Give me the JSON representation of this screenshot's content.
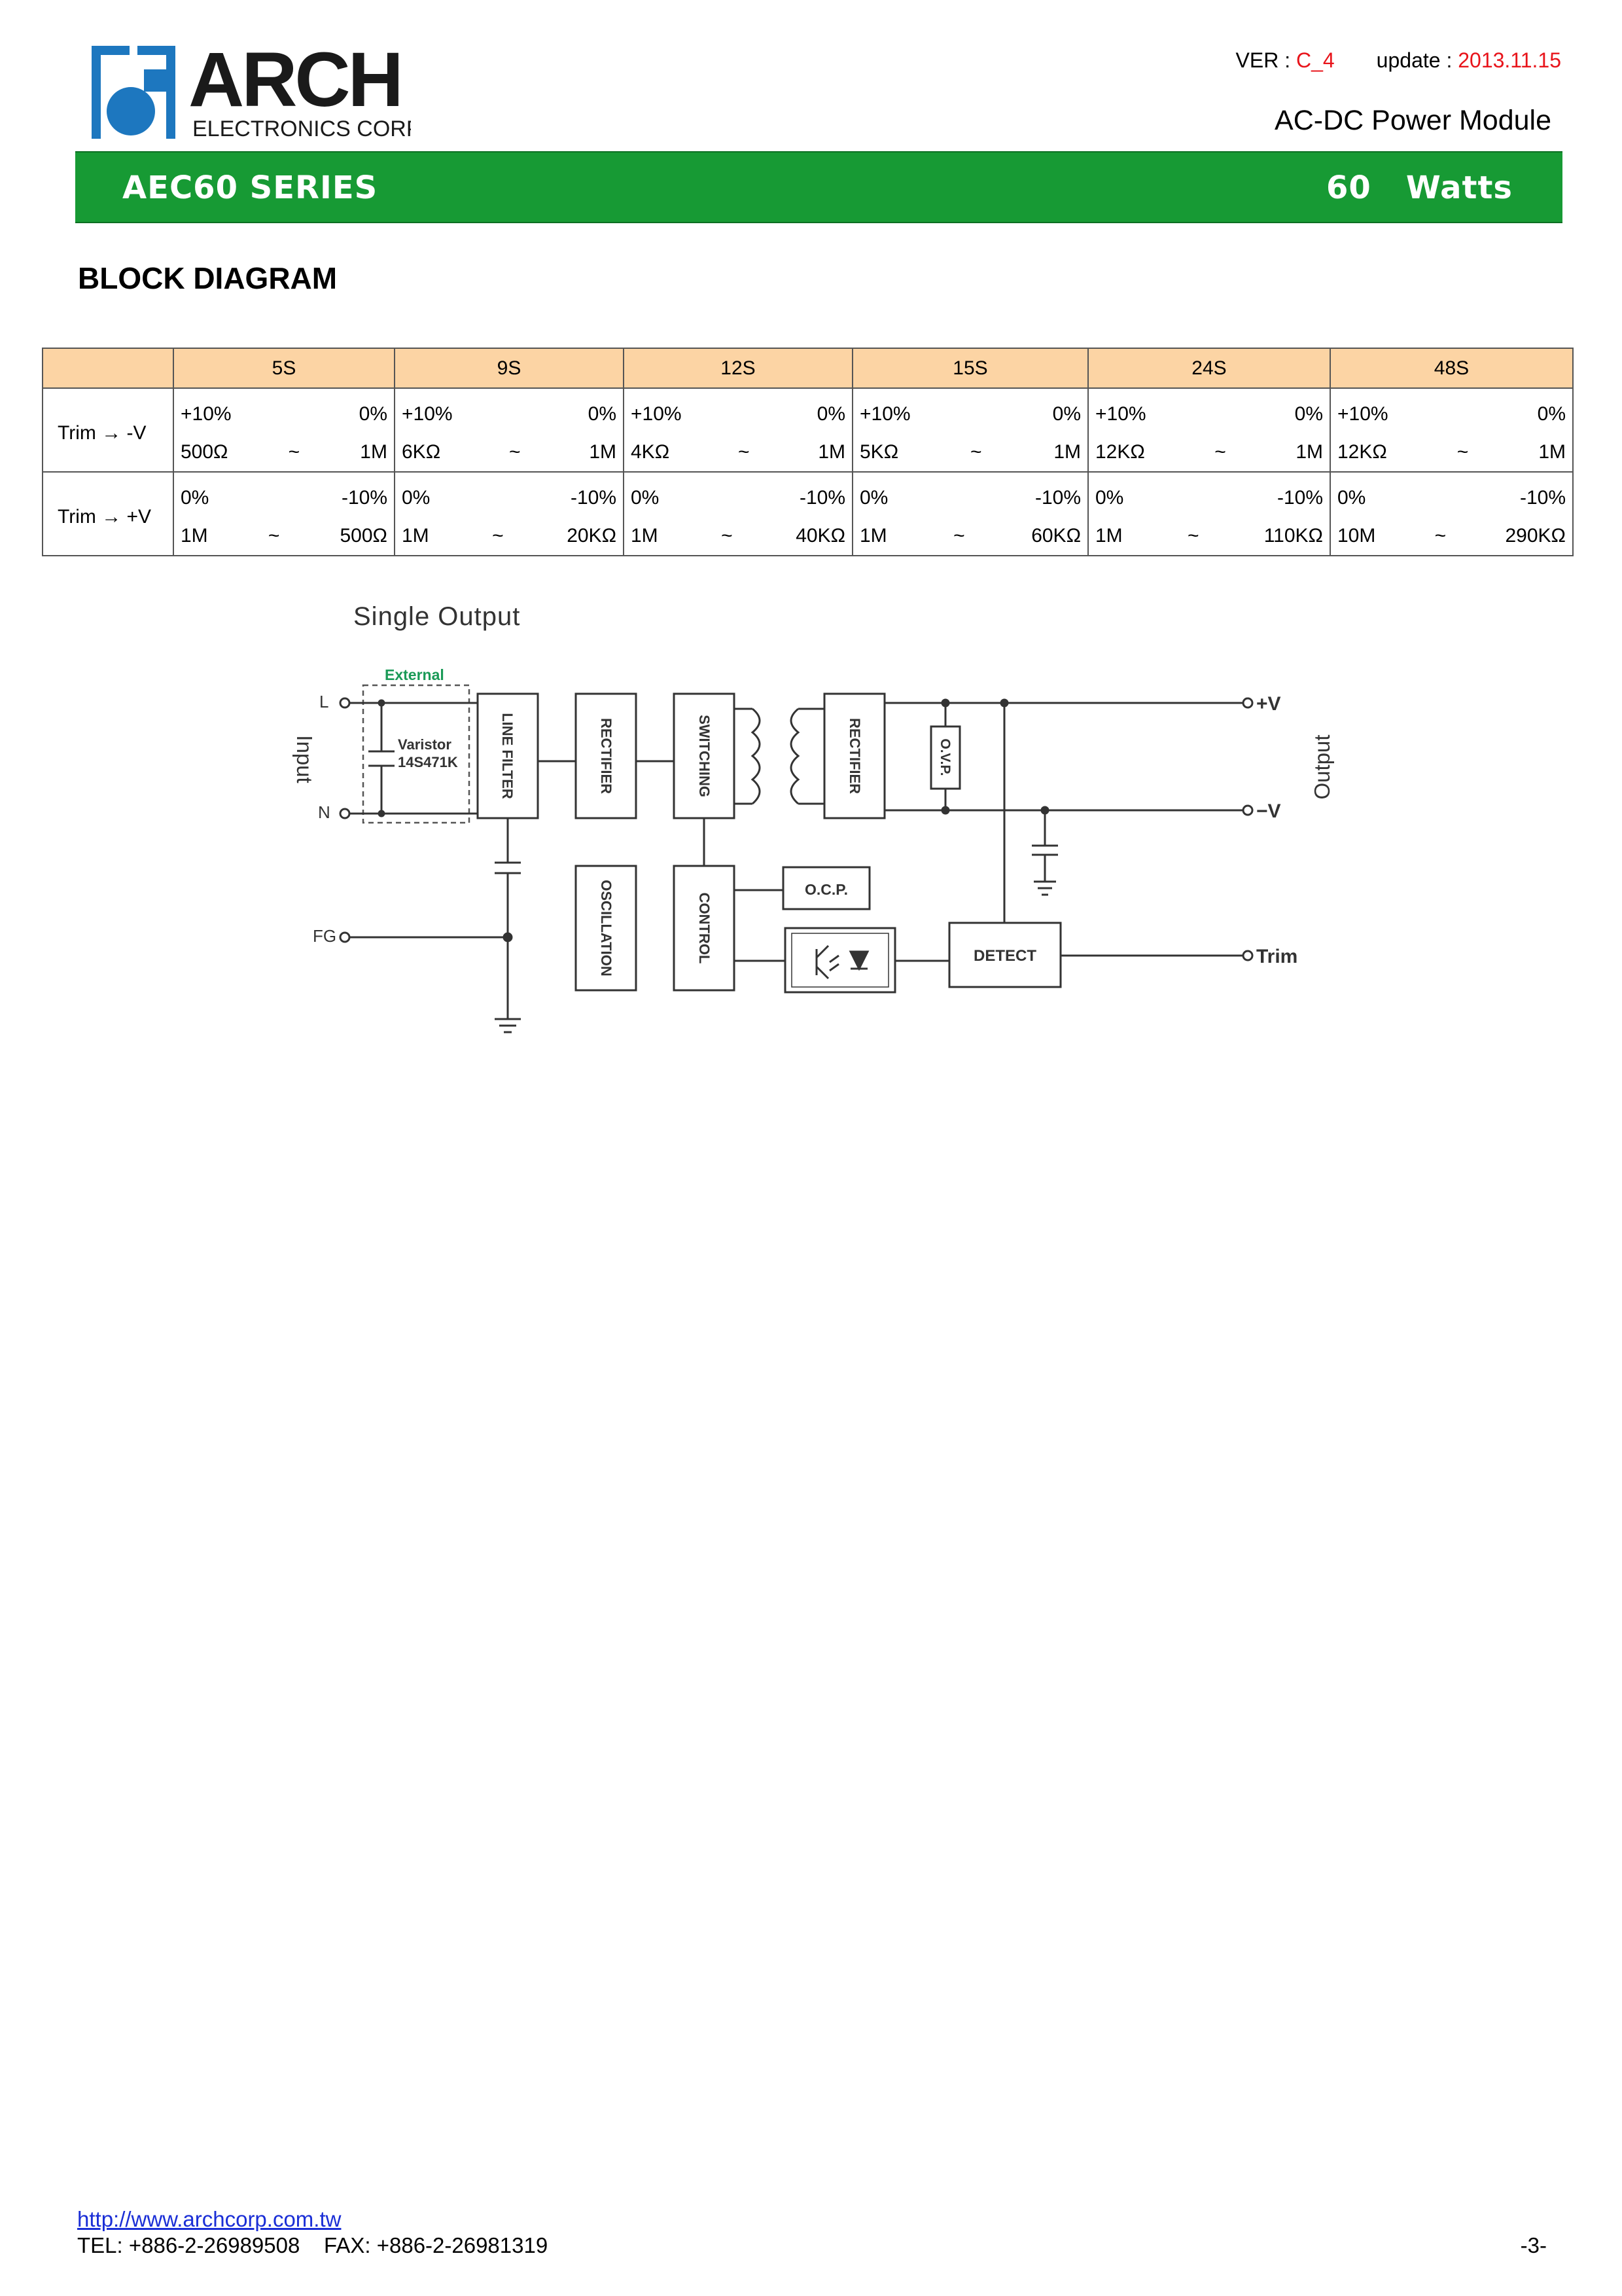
{
  "header": {
    "logo_name": "ARCH",
    "logo_sub": "ELECTRONICS CORP.",
    "ver_label": "VER : ",
    "ver_value": "C_4",
    "update_label": "update : ",
    "update_value": "2013.11.15",
    "module_title": "AC-DC Power Module",
    "series_name": "AEC60 SERIES",
    "series_watts": "60   Watts",
    "brand_color": "#179a34",
    "logo_color": "#1d77bf"
  },
  "section_title": "BLOCK DIAGRAM",
  "trim_table": {
    "columns": [
      "5S",
      "9S",
      "12S",
      "15S",
      "24S",
      "48S"
    ],
    "tilde": "~",
    "rows": [
      {
        "label": "Trim → -V",
        "cells": [
          {
            "top_left": "+10%",
            "top_right": "0%",
            "bot_left": "500Ω",
            "bot_right": "1M"
          },
          {
            "top_left": "+10%",
            "top_right": "0%",
            "bot_left": "6KΩ",
            "bot_right": "1M"
          },
          {
            "top_left": "+10%",
            "top_right": "0%",
            "bot_left": "4KΩ",
            "bot_right": "1M"
          },
          {
            "top_left": "+10%",
            "top_right": "0%",
            "bot_left": "5KΩ",
            "bot_right": "1M"
          },
          {
            "top_left": "+10%",
            "top_right": "0%",
            "bot_left": "12KΩ",
            "bot_right": "1M"
          },
          {
            "top_left": "+10%",
            "top_right": "0%",
            "bot_left": "12KΩ",
            "bot_right": "1M"
          }
        ]
      },
      {
        "label": "Trim → +V",
        "cells": [
          {
            "top_left": "0%",
            "top_right": "-10%",
            "bot_left": "1M",
            "bot_right": "500Ω"
          },
          {
            "top_left": "0%",
            "top_right": "-10%",
            "bot_left": "1M",
            "bot_right": "20KΩ"
          },
          {
            "top_left": "0%",
            "top_right": "-10%",
            "bot_left": "1M",
            "bot_right": "40KΩ"
          },
          {
            "top_left": "0%",
            "top_right": "-10%",
            "bot_left": "1M",
            "bot_right": "60KΩ"
          },
          {
            "top_left": "0%",
            "top_right": "-10%",
            "bot_left": "1M",
            "bot_right": "110KΩ"
          },
          {
            "top_left": "0%",
            "top_right": "-10%",
            "bot_left": "10M",
            "bot_right": "290KΩ"
          }
        ]
      }
    ]
  },
  "diagram": {
    "title": "Single Output",
    "external": "External",
    "varistor_1": "Varistor",
    "varistor_2": "14S471K",
    "pin_l": "L",
    "pin_n": "N",
    "pin_fg": "FG",
    "input_label": "Input",
    "output_label": "Output",
    "out_pos": "+V",
    "out_neg": "−V",
    "out_trim": "Trim",
    "blocks": {
      "line_filter": "LINE FILTER",
      "rectifier_in": "RECTIFIER",
      "switching": "SWITCHING",
      "rectifier_out": "RECTIFIER",
      "ovp": "O.V.P.",
      "oscillation": "OSCILLATION",
      "control": "CONTROL",
      "ocp": "O.C.P.",
      "detect": "DETECT"
    },
    "external_color": "#1a9a57"
  },
  "footer": {
    "url": "http://www.archcorp.com.tw",
    "contact": "TEL: +886-2-26989508    FAX: +886-2-26981319",
    "page": "-3-"
  }
}
